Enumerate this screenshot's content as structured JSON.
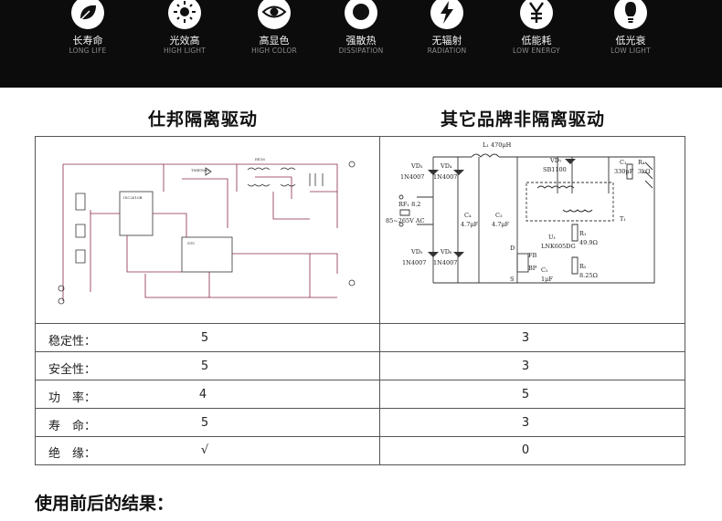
{
  "features": [
    {
      "icon": "leaf-icon",
      "zh": "长寿命",
      "en": "LONG LIFE"
    },
    {
      "icon": "sun-icon",
      "zh": "光效高",
      "en": "HIGH LIGHT"
    },
    {
      "icon": "eye-icon",
      "zh": "高显色",
      "en": "HIGH COLOR"
    },
    {
      "icon": "dot-icon",
      "zh": "强散热",
      "en": "DISSIPATION"
    },
    {
      "icon": "lightning-icon",
      "zh": "无辐射",
      "en": "RADIATION"
    },
    {
      "icon": "yen-icon",
      "zh": "低能耗",
      "en": "LOW ENERGY"
    },
    {
      "icon": "bulb-icon",
      "zh": "低光衰",
      "en": "LOW LIGHT"
    }
  ],
  "headings": {
    "left": "仕邦隔离驱动",
    "right": "其它品牌非隔离驱动"
  },
  "diagram_right_labels": {
    "l1": "L₁ 470μH",
    "vd3": "VD₃",
    "vd4": "VD₄",
    "n4007a": "1N4007",
    "n4007b": "1N4007",
    "rf1": "RF₁ 8.2",
    "ac": "85~265V AC",
    "c4": "C₄",
    "c4v": "4.7μF",
    "c3": "C₃",
    "c3v": "4.7μF",
    "vd5": "VD₅",
    "n4007c": "1N4007",
    "vd6": "VD₆",
    "n4007d": "1N4007",
    "vd7": "VD₇",
    "sb": "SB1100",
    "c1": "C₁",
    "c1v": "330μF",
    "r4": "R₄",
    "r4v": "3kΩ",
    "t1": "T₁",
    "u1": "U₁",
    "lnk": "LNK605DG",
    "fb": "FB",
    "bp": "BP",
    "d": "D",
    "s": "S",
    "r1": "R₁",
    "r1v": "49.9Ω",
    "r2": "R₂",
    "r2v": "8.25Ω",
    "c2": "C₂",
    "c2v": "1μF"
  },
  "comparison": [
    {
      "label": "稳定性：",
      "ours": "5",
      "others": "3"
    },
    {
      "label": "安全性：",
      "ours": "5",
      "others": "3"
    },
    {
      "label": "功　率：",
      "ours": "4",
      "others": "5"
    },
    {
      "label": "寿　命：",
      "ours": "5",
      "others": "3"
    },
    {
      "label": "绝　缘：",
      "ours": "√",
      "others": "0"
    }
  ],
  "result_heading": "使用前后的结果："
}
